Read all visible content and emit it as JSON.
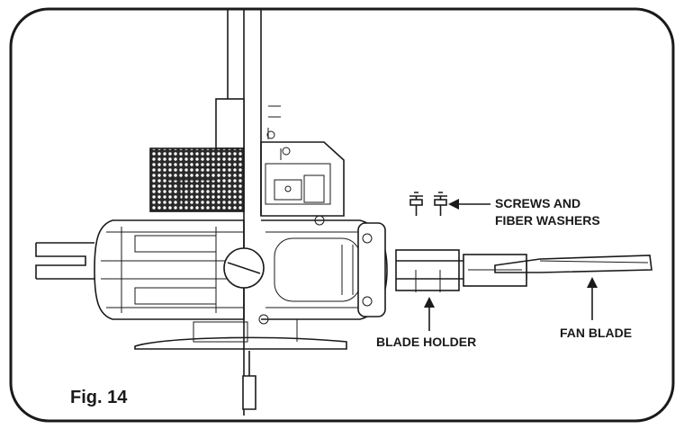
{
  "figure": {
    "caption": "Fig. 14"
  },
  "callouts": {
    "screws_line1": "SCREWS AND",
    "screws_line2": "FIBER WASHERS",
    "blade_holder": "BLADE HOLDER",
    "fan_blade": "FAN BLADE"
  }
}
